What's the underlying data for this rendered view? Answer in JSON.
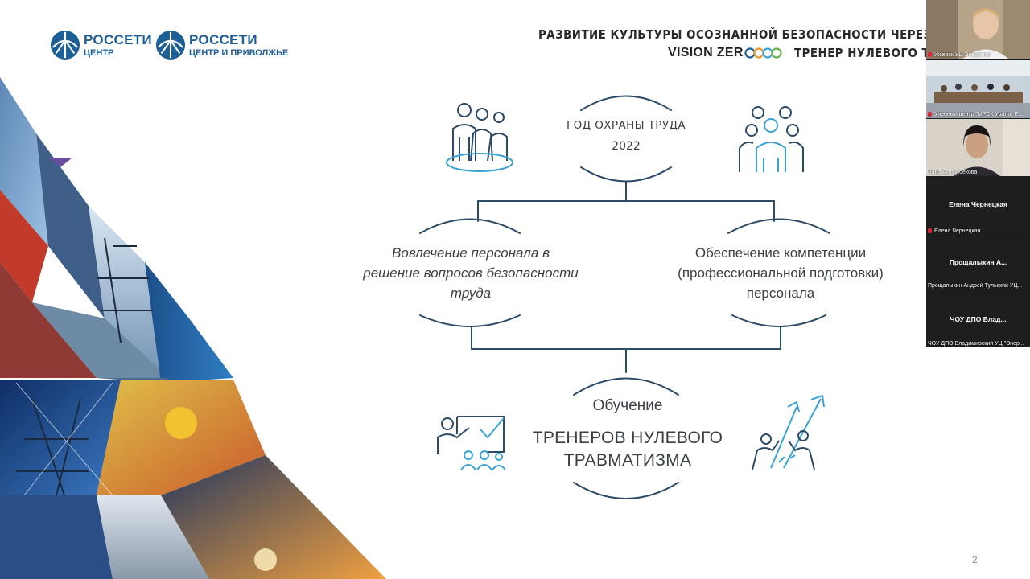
{
  "logos": [
    {
      "name": "РОССЕТИ",
      "sub": "ЦЕНТР"
    },
    {
      "name": "РОССЕТИ",
      "sub": "ЦЕНТР И ПРИВОЛЖЬЕ"
    }
  ],
  "header": {
    "title_line1": "РАЗВИТИЕ КУЛЬТУРЫ ОСОЗНАННОЙ БЕЗОПАСНОСТИ ЧЕРЕЗ",
    "vision": "VISION ZER",
    "title_line2": "ТРЕНЕР НУЛЕВОГО ТРА"
  },
  "diagram": {
    "year_title": "ГОД ОХРАНЫ ТРУДА",
    "year": "2022",
    "left_lines": [
      "Вовлечение персонала в",
      "решение вопросов безопасности",
      "труда"
    ],
    "right_lines": [
      "Обеспечение компетенции",
      "(профессиональной подготовки)",
      "персонала"
    ],
    "training_line1": "Обучение",
    "training_lines": [
      "ТРЕНЕРОВ НУЛЕВОГО",
      "ТРАВМАТИЗМА"
    ]
  },
  "page_number": "2",
  "colors": {
    "brand_blue": "#1c5e96",
    "line": "#2d4a66",
    "icon_dark": "#2d4a66",
    "icon_accent": "#3aa3d4"
  },
  "icons": [
    "rosseti-logo-icon",
    "group-icon",
    "team-icon",
    "presentation-icon",
    "growth-arrows-icon",
    "microphone-muted-icon"
  ],
  "video_participants": [
    {
      "label": "Ижевск УЦ Энергетик"
    },
    {
      "label": "Учебный центр \"МРСК Урала\" Е..."
    },
    {
      "label": "Лана Алтынбекова"
    },
    {
      "title": "Елена Чернецкая",
      "label": "Елена Чернецкая"
    },
    {
      "title": "Прощалыкин А...",
      "label": "Прощалыкин Андрей Тульский УЦ..."
    },
    {
      "title": "ЧОУ ДПО Влад...",
      "label": "ЧОУ ДПО Владимирский УЦ \"Энер..."
    }
  ]
}
